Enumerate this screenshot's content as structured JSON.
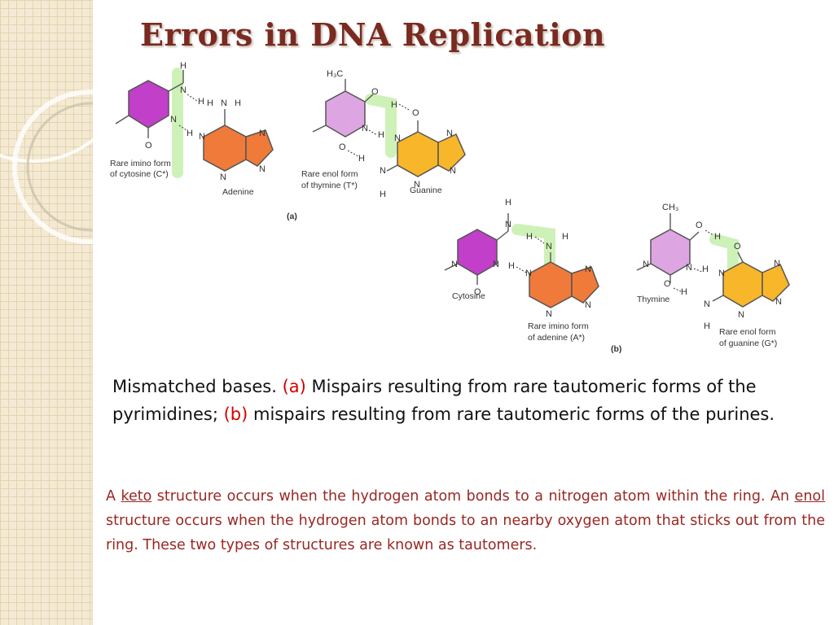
{
  "slide": {
    "title": "Errors in DNA Replication"
  },
  "diagram": {
    "panel_a_label": "(a)",
    "panel_b_label": "(b)",
    "a1": {
      "caption_line1": "Rare imino form",
      "caption_line2": "of cytosine (C*)",
      "partner": "Adenine"
    },
    "a2": {
      "caption_line1": "Rare enol form",
      "caption_line2": "of thymine (T*)",
      "partner": "Guanine"
    },
    "b1": {
      "pyrimidine": "Cytosine",
      "caption_line1": "Rare imino form",
      "caption_line2": "of adenine (A*)"
    },
    "b2": {
      "pyrimidine": "Thymine",
      "caption_line1": "Rare enol form",
      "caption_line2": "of guanine (G*)"
    },
    "colors": {
      "cytosine": "#c13fc9",
      "thymine": "#dda6e2",
      "adenine": "#f07a3a",
      "guanine": "#f8b62a",
      "hbond_glow": "#c9f0b0"
    }
  },
  "caption": {
    "part1": "Mismatched bases. ",
    "a_marker": "(a)",
    "part2": " Mispairs resulting from rare tautomeric forms of the pyrimidines; ",
    "b_marker": "(b)",
    "part3": " mispairs resulting from rare tautomeric forms of the purines."
  },
  "note": {
    "t1": "A ",
    "keto": "keto",
    "t2": " structure occurs when the hydrogen atom bonds to a nitrogen atom within the ring. An ",
    "enol": "enol",
    "t3": " structure occurs when the hydrogen atom bonds to an nearby oxygen atom that sticks out from the ring. These two types of structures are known as tautomers."
  }
}
